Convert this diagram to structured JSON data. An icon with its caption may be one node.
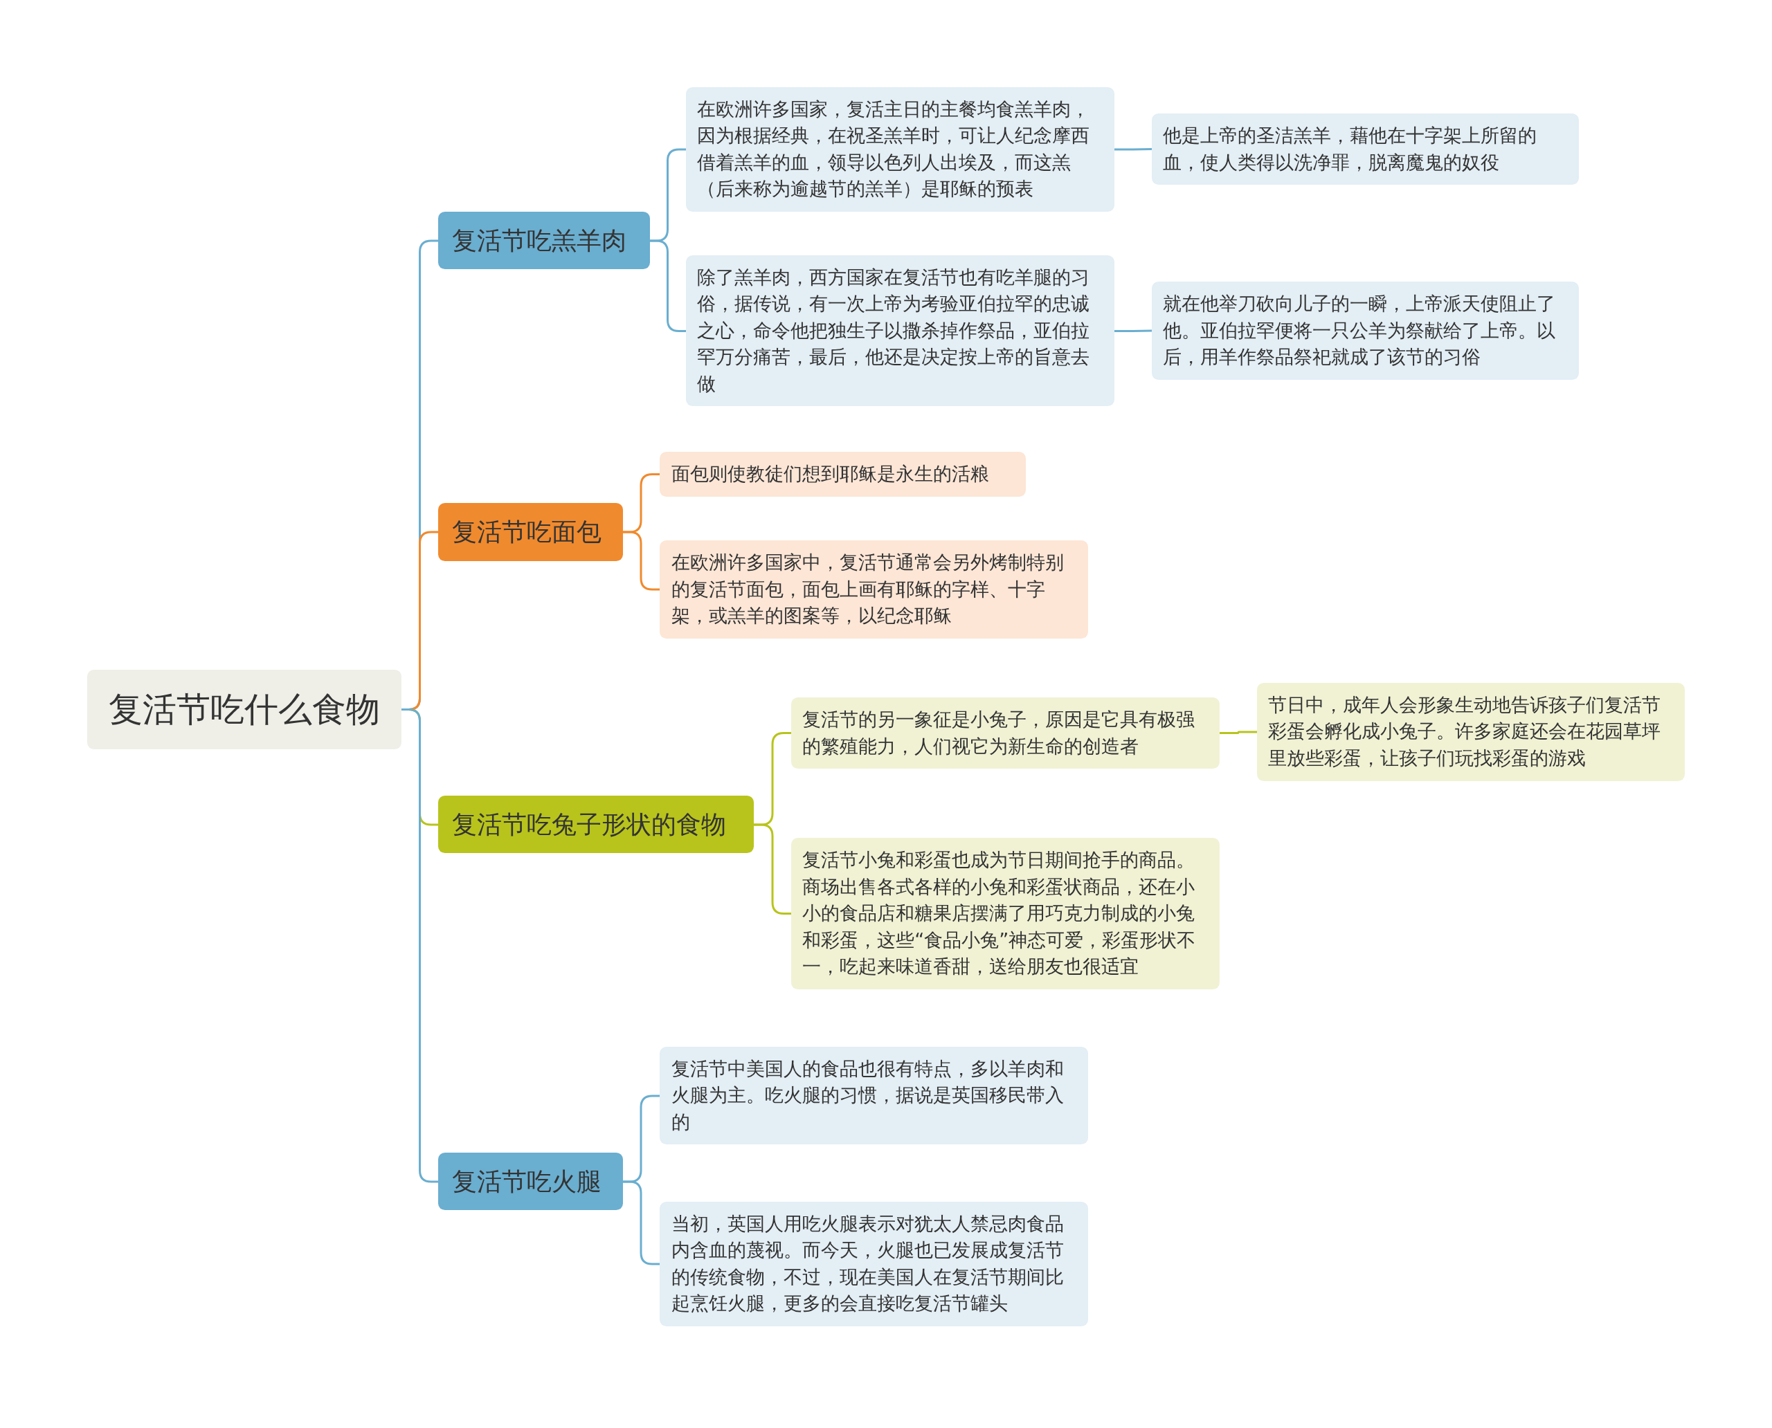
{
  "diagram": {
    "nodes": [
      {
        "text": [
          "复活节吃什么食物"
        ]
      },
      {
        "text": [
          "复活节吃羔羊肉"
        ]
      },
      {
        "text": [
          "在欧洲许多国家，复活主日的主餐均食羔羊肉，因为根据经典，在祝圣羔羊时，可让人纪念摩西借着羔羊的血，领导以色列人出埃及，而这羔（后来称为逾越节的羔羊）是耶稣的预表"
        ]
      },
      {
        "text": [
          "他是上帝的圣洁羔羊，藉他在十字架上所留的血，使人类得以洗净罪，脱离魔鬼的奴役"
        ]
      },
      {
        "text": [
          "除了羔羊肉，西方国家在复活节也有吃羊腿的习俗，据传说，有一次上帝为考验亚伯拉罕的忠诚之心，命令他把独生子以撒杀掉作祭品，亚伯拉罕万分痛苦，最后，他还是决定按上帝的旨意去做"
        ]
      },
      {
        "text": [
          "就在他举刀砍向儿子的一瞬，上帝派天使阻止了他。亚伯拉罕便将一只公羊为祭献给了上帝。以后，用羊作祭品祭祀就成了该节的习俗"
        ]
      },
      {
        "text": [
          "复活节吃面包"
        ]
      },
      {
        "text": [
          "面包则使教徒们想到耶稣是永生的活粮"
        ]
      },
      {
        "text": [
          "在欧洲许多国家中，复活节通常会另外烤制特别的复活节面包，面包上画有耶稣的字样、十字架，或羔羊的图案等，以纪念耶稣"
        ]
      },
      {
        "text": [
          "复活节吃兔子形状的食物"
        ]
      },
      {
        "text": [
          "复活节的另一象征是小兔子，原因是它具有极强的繁殖能力，人们视它为新生命的创造者"
        ]
      },
      {
        "text": [
          "节日中，成年人会形象生动地告诉孩子们复活节彩蛋会孵化成小兔子。许多家庭还会在花园草坪里放些彩蛋，让孩子们玩找彩蛋的游戏"
        ]
      },
      {
        "text": [
          "复活节小兔和彩蛋也成为节日期间抢手的商品。商场出售各式各样的小兔和彩蛋状商品，还在小小的食品店和糖果店摆满了用巧克力制成的小兔和彩蛋，这些“食品小兔”神态可爱，彩蛋形状不一，吃起来味道香甜，送给朋友也很适宜"
        ]
      },
      {
        "text": [
          "复活节吃火腿"
        ]
      },
      {
        "text": [
          "复活节中美国人的食品也很有特点，多以羊肉和火腿为主。吃火腿的习惯，据说是英国移民带入的"
        ]
      },
      {
        "text": [
          "当初，英国人用吃火腿表示对犹太人禁忌肉食品内含血的蔑视。而今天，火腿也已发展成复活节的传统食物，不过，现在美国人在复活节期间比起烹饪火腿，更多的会直接吃复活节罐头"
        ]
      }
    ],
    "edges": [
      {
        "from": 0,
        "to": 1,
        "arrow": "none",
        "color": "#6aaed0"
      },
      {
        "from": 0,
        "to": 6,
        "arrow": "none",
        "color": "#f08a2e"
      },
      {
        "from": 0,
        "to": 9,
        "arrow": "none",
        "color": "#b8c41c"
      },
      {
        "from": 0,
        "to": 13,
        "arrow": "none",
        "color": "#6aaed0"
      },
      {
        "from": 1,
        "to": 2,
        "arrow": "none",
        "color": "#6aaed0"
      },
      {
        "from": 1,
        "to": 4,
        "arrow": "none",
        "color": "#6aaed0"
      },
      {
        "from": 2,
        "to": 3,
        "arrow": "none",
        "color": "#6aaed0"
      },
      {
        "from": 4,
        "to": 5,
        "arrow": "none",
        "color": "#6aaed0"
      },
      {
        "from": 6,
        "to": 7,
        "arrow": "none",
        "color": "#f08a2e"
      },
      {
        "from": 6,
        "to": 8,
        "arrow": "none",
        "color": "#f08a2e"
      },
      {
        "from": 9,
        "to": 10,
        "arrow": "none",
        "color": "#b8c41c"
      },
      {
        "from": 9,
        "to": 12,
        "arrow": "none",
        "color": "#b8c41c"
      },
      {
        "from": 10,
        "to": 11,
        "arrow": "none",
        "color": "#b8c41c"
      },
      {
        "from": 13,
        "to": 14,
        "arrow": "none",
        "color": "#6aaed0"
      },
      {
        "from": 13,
        "to": 15,
        "arrow": "none",
        "color": "#6aaed0"
      }
    ]
  }
}
